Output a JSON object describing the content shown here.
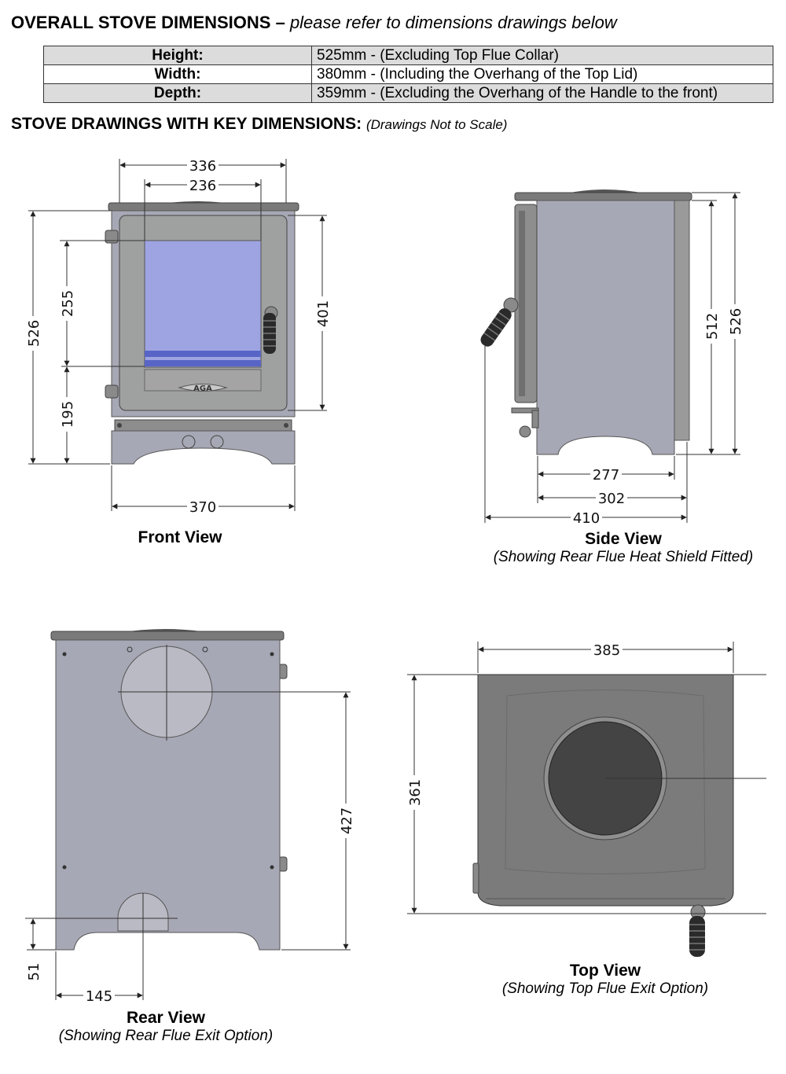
{
  "header": {
    "title": "OVERALL STOVE DIMENSIONS –",
    "subtitle": "please refer to dimensions drawings below"
  },
  "dimensions_table": [
    {
      "label": "Height:",
      "value": "525mm - (Excluding Top Flue Collar)"
    },
    {
      "label": "Width:",
      "value": "380mm - (Including the Overhang of the Top Lid)"
    },
    {
      "label": "Depth:",
      "value": "359mm - (Excluding the Overhang of the Handle to the front)"
    }
  ],
  "drawings_header": {
    "title": "STOVE DRAWINGS WITH KEY DIMENSIONS:",
    "note": "(Drawings Not to Scale)"
  },
  "front_view": {
    "caption": "Front View",
    "brand": "AGA",
    "dims": {
      "top_width": "336",
      "glass_width": "236",
      "overall_height": "526",
      "upper": "255",
      "lower": "195",
      "door_height": "401",
      "base_width": "370"
    }
  },
  "side_view": {
    "caption": "Side View",
    "subcaption": "(Showing Rear Flue Heat Shield Fitted)",
    "dims": {
      "body_height": "512",
      "overall_height": "526",
      "base_depth": "277",
      "body_depth": "302",
      "overall_depth": "410"
    }
  },
  "rear_view": {
    "caption": "Rear View",
    "subcaption": "(Showing Rear Flue Exit Option)",
    "dims": {
      "flue_height": "427",
      "lower_flue_height": "51",
      "lower_flue_offset": "145"
    }
  },
  "top_view": {
    "caption": "Top View",
    "subcaption": "(Showing Top Flue Exit Option)",
    "dims": {
      "width": "385",
      "depth": "361"
    }
  }
}
